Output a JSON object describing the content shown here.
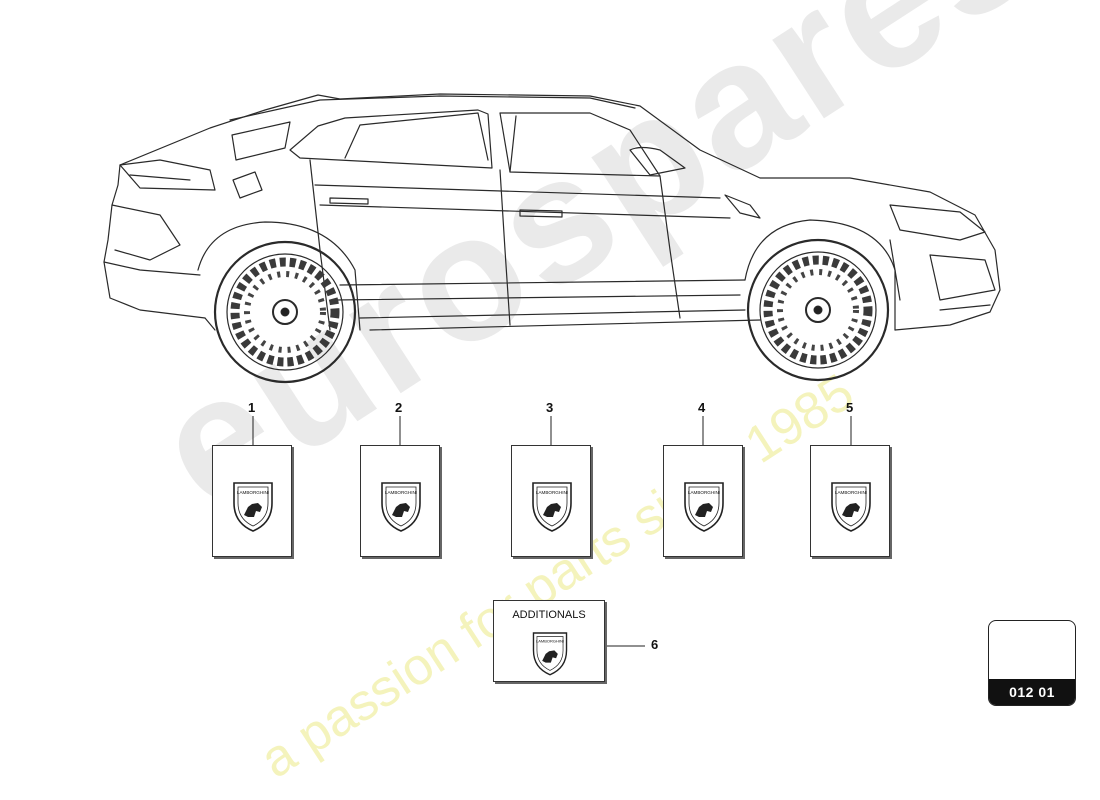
{
  "watermark": {
    "brand": "eurospares",
    "tagline": "a passion for parts since 1985"
  },
  "callouts": [
    "1",
    "2",
    "3",
    "4",
    "5",
    "6"
  ],
  "booklets": [
    {
      "crest_text": "LAMBORGHINI"
    },
    {
      "crest_text": "LAMBORGHINI"
    },
    {
      "crest_text": "LAMBORGHINI"
    },
    {
      "crest_text": "LAMBORGHINI"
    },
    {
      "crest_text": "LAMBORGHINI"
    }
  ],
  "additionals": {
    "title": "ADDITIONALS",
    "crest_text": "LAMBORGHINI"
  },
  "page_badge": {
    "code": "012 01"
  }
}
